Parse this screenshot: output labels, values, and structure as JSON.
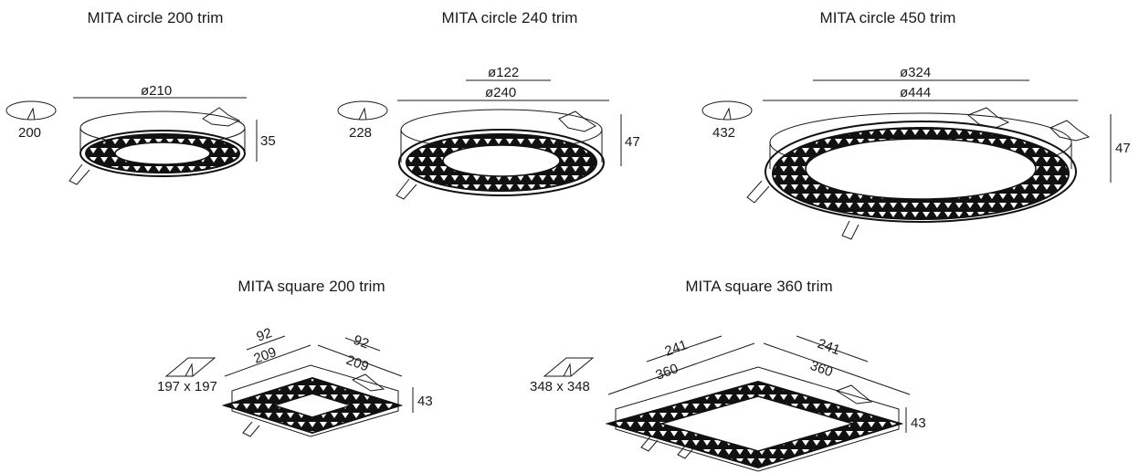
{
  "products": [
    {
      "title": "MITA circle 200 trim",
      "cutout": "200",
      "outer_diameter": "ø210",
      "height": "35"
    },
    {
      "title": "MITA circle 240 trim",
      "cutout": "228",
      "inner_diameter": "ø122",
      "outer_diameter": "ø240",
      "height": "47"
    },
    {
      "title": "MITA circle 450 trim",
      "cutout": "432",
      "inner_diameter": "ø324",
      "outer_diameter": "ø444",
      "height": "47"
    },
    {
      "title": "MITA square 200 trim",
      "cutout": "197 x 197",
      "side_inner": "92",
      "side_outer": "209",
      "side2_inner": "92",
      "side2_outer": "209",
      "height": "43"
    },
    {
      "title": "MITA square 360 trim",
      "cutout": "348 x 348",
      "side_inner": "241",
      "side_outer": "360",
      "side2_inner": "241",
      "side2_outer": "360",
      "height": "43"
    }
  ]
}
